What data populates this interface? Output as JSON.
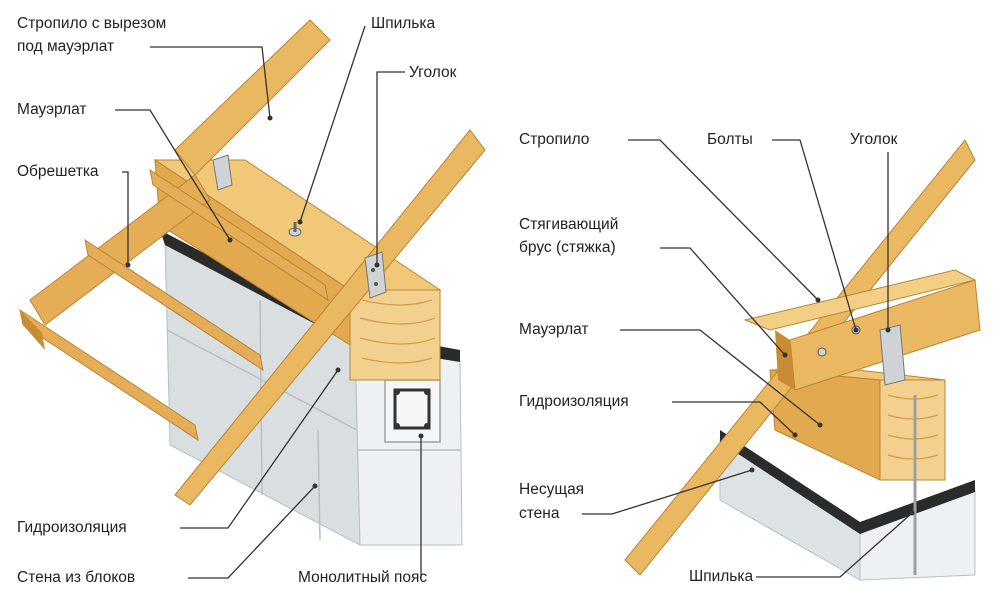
{
  "left_diagram": {
    "labels": {
      "rafter_cut": [
        "Стропило с вырезом",
        "под мауэрлат"
      ],
      "mauerlat": "Мауэрлат",
      "lathing": "Обрешетка",
      "stud": "Шпилька",
      "angle": "Уголок",
      "waterproofing": "Гидроизоляция",
      "block_wall": "Стена из блоков",
      "monolithic_belt": "Монолитный пояс"
    }
  },
  "right_diagram": {
    "labels": {
      "rafter": "Стропило",
      "bolts": "Болты",
      "angle": "Уголок",
      "tie_beam": [
        "Стягивающий",
        "брус (стяжка)"
      ],
      "mauerlat": "Мауэрлат",
      "waterproofing": "Гидроизоляция",
      "bearing_wall": [
        "Несущая",
        "стена"
      ],
      "stud": "Шпилька"
    }
  },
  "colors": {
    "wood": "#e9b35a",
    "wood_light": "#f3cf86",
    "wood_dark": "#c98b33",
    "wall": "#e4e8ea",
    "wall_dark": "#c9cfd3",
    "waterproofing": "#2b2b2b",
    "leader": "#333333"
  }
}
